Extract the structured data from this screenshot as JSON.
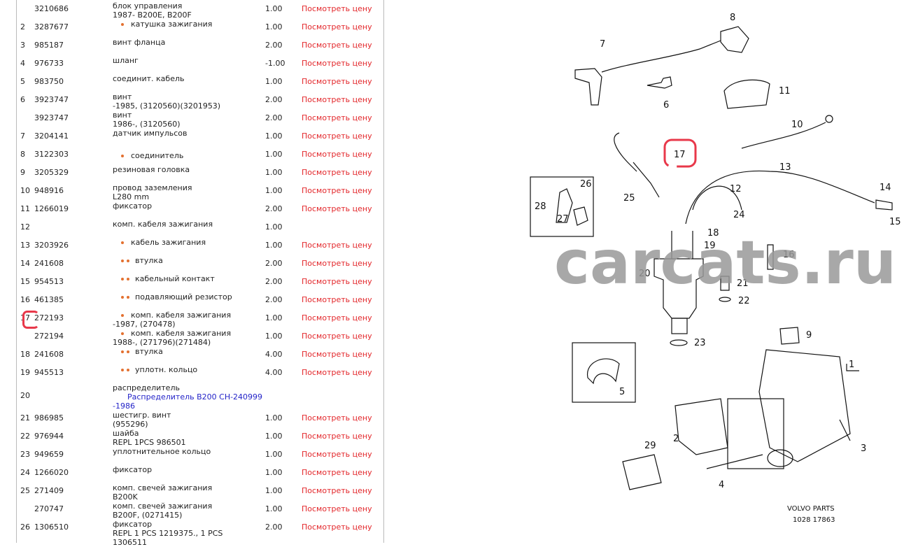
{
  "link_label": "Посмотреть цену",
  "colors": {
    "link": "#e3262a",
    "bullet": "#e3702f",
    "sublink": "#2323c8",
    "highlight": "#e8384a"
  },
  "rows": [
    {
      "num": "",
      "part": "3210686",
      "desc": [
        "блок управления",
        "1987- B200E, B200F"
      ],
      "level": 0,
      "qty": "1.00",
      "price": true
    },
    {
      "num": "2",
      "part": "3287677",
      "desc": [
        "катушка зажигания"
      ],
      "level": 1,
      "qty": "1.00",
      "price": true
    },
    {
      "num": "3",
      "part": "985187",
      "desc": [
        "винт фланца"
      ],
      "level": 0,
      "qty": "2.00",
      "price": true
    },
    {
      "num": "4",
      "part": "976733",
      "desc": [
        "шланг"
      ],
      "level": 0,
      "qty": "-1.00",
      "price": true
    },
    {
      "num": "5",
      "part": "983750",
      "desc": [
        "соединит. кабель"
      ],
      "level": 0,
      "qty": "1.00",
      "price": true
    },
    {
      "num": "6",
      "part": "3923747",
      "desc": [
        "винт",
        "-1985, (3120560)(3201953)"
      ],
      "level": 0,
      "qty": "2.00",
      "price": true
    },
    {
      "num": "",
      "part": "3923747",
      "desc": [
        "винт",
        "1986-, (3120560)"
      ],
      "level": 0,
      "qty": "2.00",
      "price": true
    },
    {
      "num": "7",
      "part": "3204141",
      "desc": [
        "датчик импульсов"
      ],
      "level": 0,
      "qty": "1.00",
      "price": true
    },
    {
      "num": "8",
      "part": "3122303",
      "desc": [
        "соединитель"
      ],
      "level": 1,
      "qty": "1.00",
      "price": true,
      "mid": true
    },
    {
      "num": "9",
      "part": "3205329",
      "desc": [
        "резиновая головка"
      ],
      "level": 0,
      "qty": "1.00",
      "price": true
    },
    {
      "num": "10",
      "part": "948916",
      "desc": [
        "провод заземления",
        "L280 mm"
      ],
      "level": 0,
      "qty": "1.00",
      "price": true
    },
    {
      "num": "11",
      "part": "1266019",
      "desc": [
        "фиксатор"
      ],
      "level": 0,
      "qty": "2.00",
      "price": true
    },
    {
      "num": "12",
      "part": "",
      "desc": [
        "комп. кабеля зажигания"
      ],
      "level": 0,
      "qty": "1.00",
      "price": false
    },
    {
      "num": "13",
      "part": "3203926",
      "desc": [
        "кабель зажигания"
      ],
      "level": 1,
      "qty": "1.00",
      "price": true
    },
    {
      "num": "14",
      "part": "241608",
      "desc": [
        "втулка"
      ],
      "level": 2,
      "qty": "2.00",
      "price": true
    },
    {
      "num": "15",
      "part": "954513",
      "desc": [
        "кабельный контакт"
      ],
      "level": 2,
      "qty": "2.00",
      "price": true
    },
    {
      "num": "16",
      "part": "461385",
      "desc": [
        "подавляющий резистор"
      ],
      "level": 2,
      "qty": "2.00",
      "price": true
    },
    {
      "num": "17",
      "part": "272193",
      "desc": [
        "комп. кабеля зажигания",
        "-1987, (270478)"
      ],
      "level": 1,
      "qty": "1.00",
      "price": true,
      "highlight": true
    },
    {
      "num": "",
      "part": "272194",
      "desc": [
        "комп. кабеля зажигания",
        "1988-, (271796)(271484)"
      ],
      "level": 1,
      "qty": "1.00",
      "price": true
    },
    {
      "num": "18",
      "part": "241608",
      "desc": [
        "втулка"
      ],
      "level": 2,
      "qty": "4.00",
      "price": true
    },
    {
      "num": "19",
      "part": "945513",
      "desc": [
        "уплотн. кольцо"
      ],
      "level": 2,
      "qty": "4.00",
      "price": true
    },
    {
      "num": "20",
      "part": "",
      "desc": [
        "распределитель"
      ],
      "sublink": "Распределитель B200 CH-240999",
      "desc_after": "-1986",
      "level": 0,
      "qty": "",
      "price": false,
      "tall": true
    },
    {
      "num": "21",
      "part": "986985",
      "desc": [
        "шестигр. винт",
        "(955296)"
      ],
      "level": 0,
      "qty": "1.00",
      "price": true
    },
    {
      "num": "22",
      "part": "976944",
      "desc": [
        "шайба",
        "REPL 1PCS 986501"
      ],
      "level": 0,
      "qty": "1.00",
      "price": true
    },
    {
      "num": "23",
      "part": "949659",
      "desc": [
        "уплотнительное кольцо"
      ],
      "level": 0,
      "qty": "1.00",
      "price": true
    },
    {
      "num": "24",
      "part": "1266020",
      "desc": [
        "фиксатор"
      ],
      "level": 0,
      "qty": "1.00",
      "price": true
    },
    {
      "num": "25",
      "part": "271409",
      "desc": [
        "комп. свечей зажигания",
        "B200K"
      ],
      "level": 0,
      "qty": "1.00",
      "price": true
    },
    {
      "num": "",
      "part": "270747",
      "desc": [
        "комп. свечей зажигания",
        "B200F, (0271415)"
      ],
      "level": 0,
      "qty": "1.00",
      "price": true
    },
    {
      "num": "26",
      "part": "1306510",
      "desc": [
        "фиксатор",
        "REPL 1 PCS 1219375., 1 PCS",
        "1306511"
      ],
      "level": 0,
      "qty": "2.00",
      "price": true
    }
  ],
  "diagram": {
    "watermark": "carcats.ru",
    "footer": [
      "VOLVO PARTS",
      "1028 17863"
    ],
    "callouts": [
      "1",
      "2",
      "3",
      "4",
      "5",
      "6",
      "7",
      "8",
      "9",
      "10",
      "11",
      "12",
      "13",
      "14",
      "15",
      "16",
      "17",
      "18",
      "19",
      "20",
      "21",
      "22",
      "23",
      "24",
      "25",
      "26",
      "27",
      "28",
      "29"
    ],
    "highlighted_callout": "17"
  }
}
